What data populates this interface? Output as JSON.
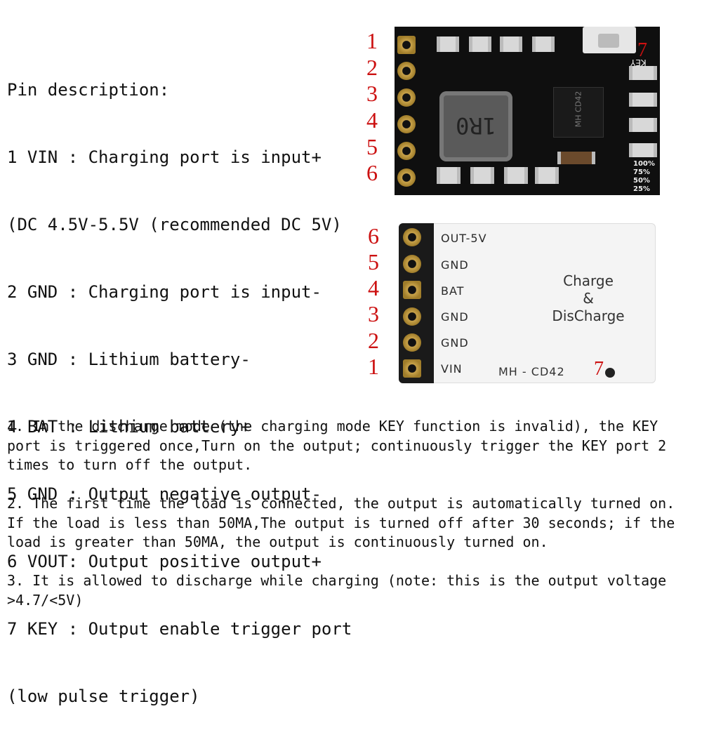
{
  "pin_description": {
    "lines": [
      "Pin description:",
      "1 VIN : Charging port is input+",
      "(DC 4.5V-5.5V (recommended DC 5V)",
      "2 GND : Charging port is input-",
      "3 GND : Lithium battery-",
      "4 BAT : Lithium battery+",
      "5 GND : Output negative output-",
      "6 VOUT: Output positive output+",
      "7 KEY : Output enable trigger port",
      "(low pulse trigger)"
    ]
  },
  "top_board": {
    "pin_numbers": [
      "1",
      "2",
      "3",
      "4",
      "5",
      "6"
    ],
    "key_number": "7",
    "inductor_label": "1R0",
    "chip_label": "MH CD42",
    "key_silk": "KEY",
    "percent_labels": [
      "100%",
      "75%",
      "50%",
      "25%"
    ]
  },
  "bottom_board": {
    "pin_numbers": [
      "6",
      "5",
      "4",
      "3",
      "2",
      "1"
    ],
    "pin_labels": [
      "OUT-5V",
      "GND",
      "BAT",
      "GND",
      "GND",
      "VIN"
    ],
    "title_line1": "Charge",
    "title_line2": "&",
    "title_line3": "DisCharge",
    "model": "MH - CD42",
    "key_number": "7"
  },
  "notes": [
    "1. In the discharge mode (the charging mode KEY function is invalid), the KEY port is triggered once,Turn on the output; continuously trigger the KEY port 2 times to turn off the output.",
    "2. The first time the load is connected, the output is automatically turned on. If the load is less than 50MA,The output is turned off after 30 seconds; if the load is greater than 50MA, the output is continuously turned on.",
    "3. It is allowed to discharge while charging (note: this is the output voltage >4.7/<5V)"
  ],
  "colors": {
    "pin_number": "#cc1111",
    "top_board": "#0f0f0f",
    "bottom_board": "#f4f4f4",
    "pad": "#c8a24a"
  }
}
